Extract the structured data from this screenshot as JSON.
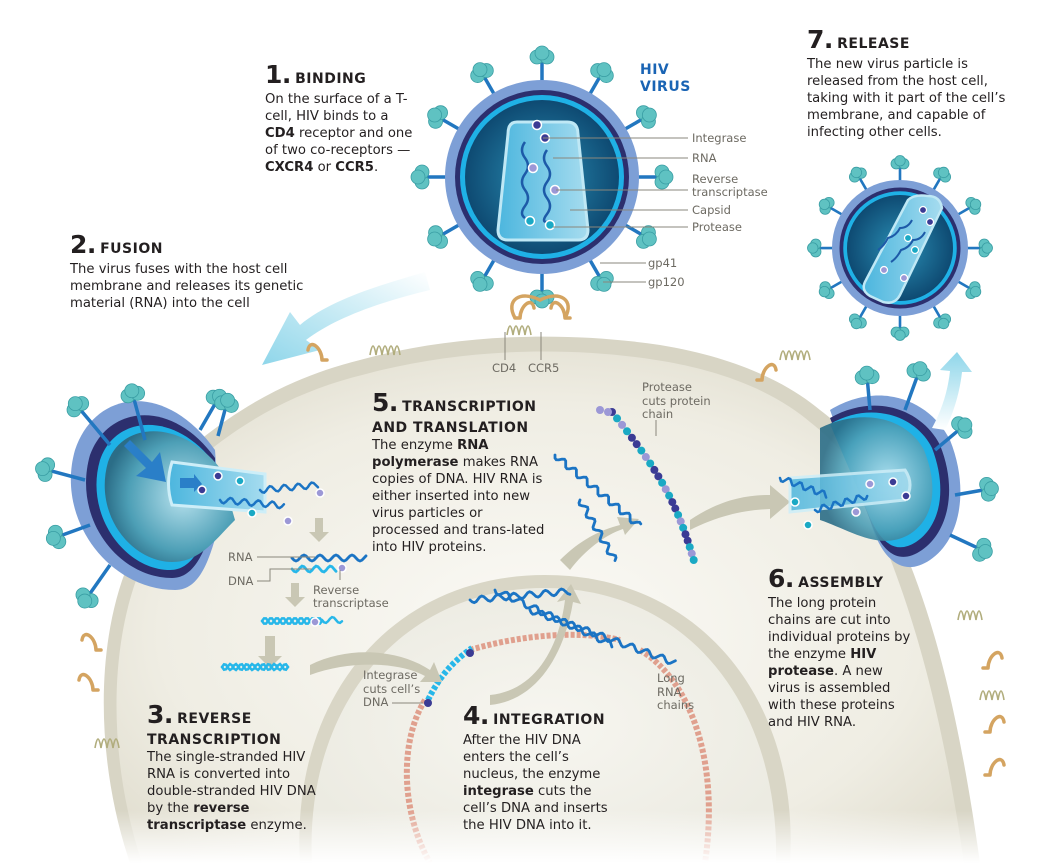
{
  "title": "HIV life cycle",
  "colors": {
    "cell_fill": "#edebe0",
    "cell_edge": "#d9d6c6",
    "virus_outer": "#7d9fd6",
    "virus_ring_dark": "#2c2f6e",
    "virus_ring_light": "#1fb1e6",
    "virus_core": "#135a85",
    "spike_head": "#5fc2c2",
    "spike_stalk": "#2277c0",
    "rna": "#1b74c4",
    "dna": "#27b7e9",
    "host_dna": "#e0a08e",
    "arrow_gray": "#c9c7b4",
    "arrow_blue": "#9fdcee",
    "receptor_cd4": "#d4a461",
    "receptor_ccr5": "#b1ad7d",
    "heading_blue": "#1a64b4"
  },
  "hiv_virus": {
    "title_line1": "HIV",
    "title_line2": "VIRUS",
    "labels": {
      "integrase": "Integrase",
      "rna": "RNA",
      "reverse_transcriptase_1": "Reverse",
      "reverse_transcriptase_2": "transcriptase",
      "capsid": "Capsid",
      "protease": "Protease",
      "gp41": "gp41",
      "gp120": "gp120"
    }
  },
  "receptors": {
    "cd4": "CD4",
    "ccr5": "CCR5"
  },
  "steps": {
    "binding": {
      "number": "1.",
      "title": "Binding",
      "text_a": "On the surface of a T-cell, HIV binds to a ",
      "bold_a": "CD4",
      "text_b": " receptor and one of two co-receptors —",
      "bold_b": "CXCR4",
      "text_c": " or ",
      "bold_c": "CCR5",
      "text_d": "."
    },
    "fusion": {
      "number": "2.",
      "title": "Fusion",
      "text": "The virus fuses with the host cell membrane and releases its genetic material (RNA) into the cell"
    },
    "reverse_transcription": {
      "number": "3.",
      "title_line1": "Reverse",
      "title_line2": "Transcription",
      "text_a": "The single-stranded HIV RNA is converted into double-stranded HIV DNA by the ",
      "bold_a": "reverse transcriptase",
      "text_b": " enzyme."
    },
    "integration": {
      "number": "4.",
      "title": "Integration",
      "text_a": "After the HIV DNA enters the cell’s nucleus, the enzyme ",
      "bold_a": "integrase",
      "text_b": " cuts the cell’s DNA and inserts the HIV DNA into it."
    },
    "transcription": {
      "number": "5.",
      "title_line1": "Transcription",
      "title_line2": "and Translation",
      "text_a": "The enzyme ",
      "bold_a": "RNA polymerase",
      "text_b": "  makes RNA copies of DNA. HIV RNA is either inserted into new virus particles or processed and trans-lated into HIV proteins."
    },
    "assembly": {
      "number": "6.",
      "title": "Assembly",
      "text_a": "The long protein chains are cut into individual proteins by the enzyme ",
      "bold_a": "HIV protease",
      "text_b": ". A new virus is assembled with these proteins and HIV RNA."
    },
    "release": {
      "number": "7.",
      "title": "Release",
      "text": "The new virus particle is released from the host cell, taking with it part of the cell’s membrane, and capable of infecting other cells."
    }
  },
  "annotations": {
    "rna": "RNA",
    "dna": "DNA",
    "reverse_transcriptase_1": "Reverse",
    "reverse_transcriptase_2": "transcriptase",
    "integrase_cuts_1": "Integrase",
    "integrase_cuts_2": "cuts cell’s",
    "integrase_cuts_3": "DNA",
    "long_rna_1": "Long",
    "long_rna_2": "RNA",
    "long_rna_3": "chains",
    "protease_cuts_1": "Protease",
    "protease_cuts_2": "cuts protein",
    "protease_cuts_3": "chain"
  }
}
